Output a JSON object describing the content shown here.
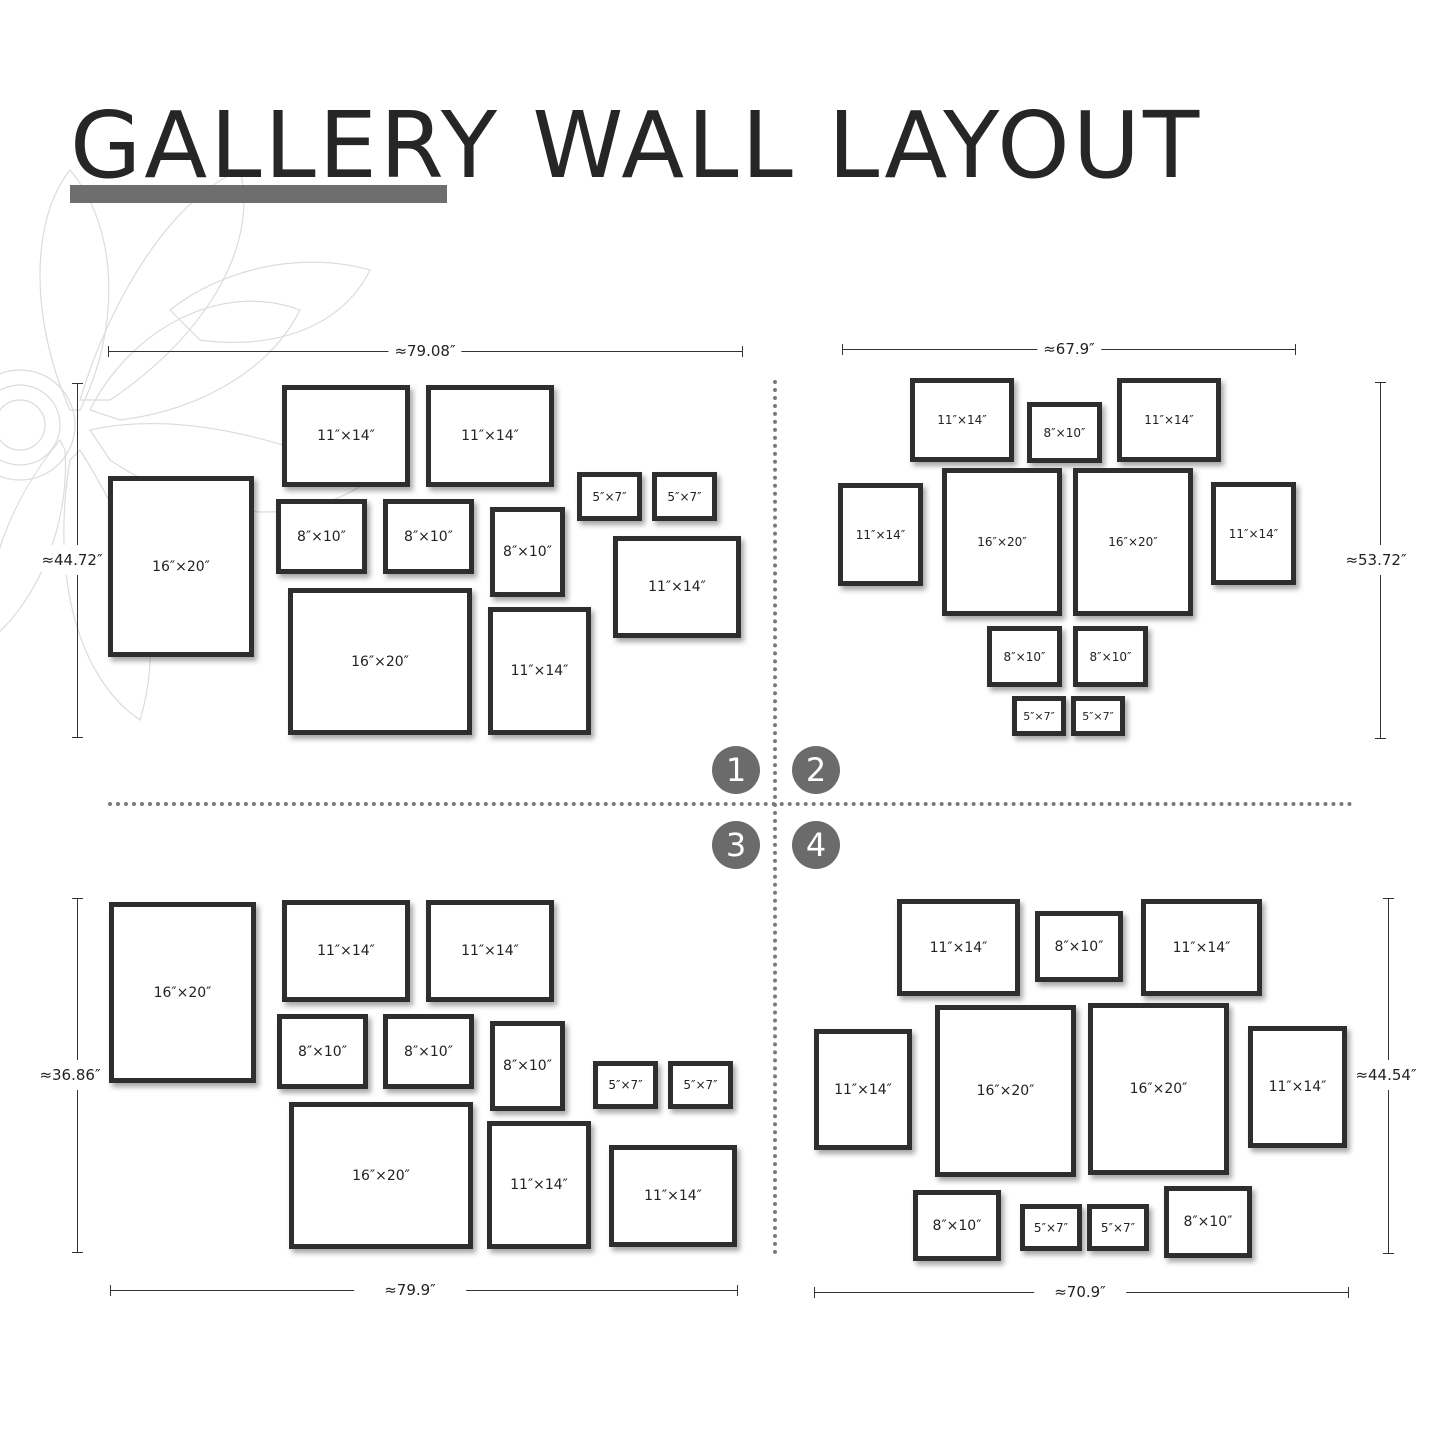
{
  "title": "GALLERY WALL LAYOUT",
  "layout_numbers": [
    "1",
    "2",
    "3",
    "4"
  ],
  "layouts": [
    {
      "number": "1",
      "width": "≈79.08″",
      "height": "≈44.72″",
      "frames": [
        "16″×20″",
        "11″×14″",
        "11″×14″",
        "8″×10″",
        "8″×10″",
        "8″×10″",
        "5″×7″",
        "5″×7″",
        "11″×14″",
        "16″×20″",
        "11″×14″"
      ]
    },
    {
      "number": "2",
      "width": "≈67.9″",
      "height": "≈53.72″",
      "frames": [
        "11″×14″",
        "8″×10″",
        "11″×14″",
        "11″×14″",
        "16″×20″",
        "16″×20″",
        "11″×14″",
        "8″×10″",
        "8″×10″",
        "5″×7″",
        "5″×7″"
      ]
    },
    {
      "number": "3",
      "width": "≈79.9″",
      "height": "≈36.86″",
      "frames": [
        "16″×20″",
        "11″×14″",
        "11″×14″",
        "8″×10″",
        "8″×10″",
        "8″×10″",
        "5″×7″",
        "5″×7″",
        "16″×20″",
        "11″×14″",
        "11″×14″"
      ]
    },
    {
      "number": "4",
      "width": "≈70.9″",
      "height": "≈44.54″",
      "frames": [
        "11″×14″",
        "8″×10″",
        "11″×14″",
        "11″×14″",
        "16″×20″",
        "16″×20″",
        "11″×14″",
        "8″×10″",
        "5″×7″",
        "5″×7″",
        "8″×10″"
      ]
    }
  ]
}
